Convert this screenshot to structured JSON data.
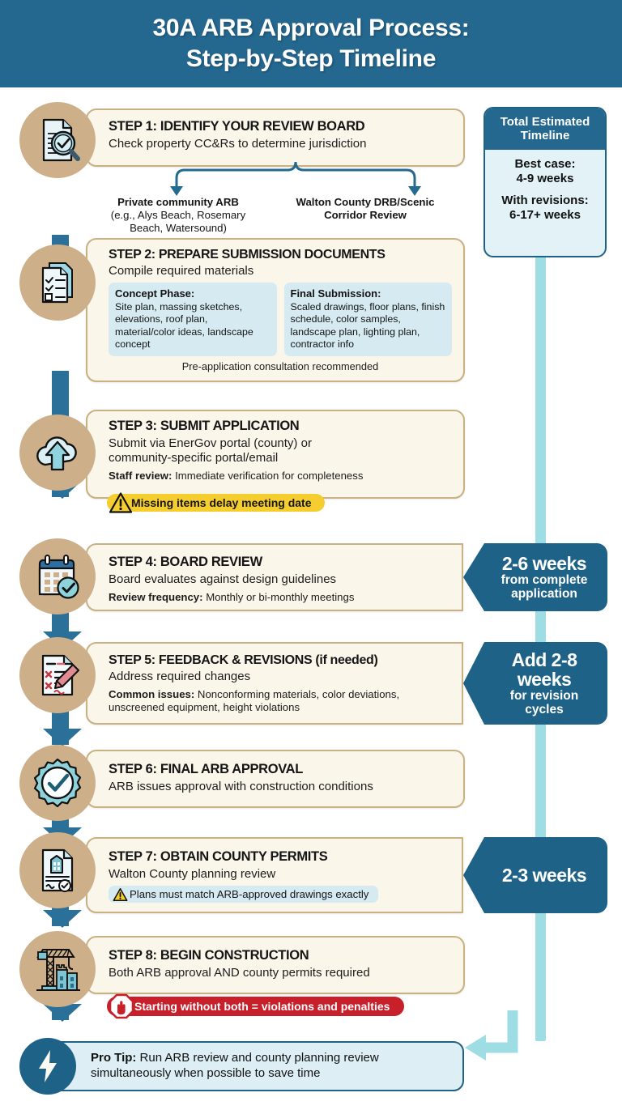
{
  "header": {
    "title_line1": "30A ARB Approval Process:",
    "title_line2": "Step-by-Step Timeline",
    "bg_color": "#24678f"
  },
  "colors": {
    "header_blue": "#24678f",
    "spine_blue": "#2b7099",
    "card_cream": "#fbf6ea",
    "card_border": "#c9b183",
    "circle_tan": "#cdb08a",
    "rail_teal": "#9fdde5",
    "callout_blue": "#1f6287",
    "subbox_blue": "#d5eaf1",
    "warning_yellow": "#f6cd2e",
    "danger_red": "#c8202a"
  },
  "timeline_box": {
    "heading_line1": "Total Estimated",
    "heading_line2": "Timeline",
    "best_case_label": "Best case:",
    "best_case_value": "4-9 weeks",
    "with_revisions_label": "With revisions:",
    "with_revisions_value": "6-17+ weeks"
  },
  "steps": [
    {
      "id": "step-1",
      "icon": "document-magnifier-icon",
      "title": "STEP 1: IDENTIFY YOUR REVIEW BOARD",
      "subtitle": "Check property CC&Rs to determine jurisdiction"
    },
    {
      "id": "step-2",
      "icon": "checklist-document-icon",
      "title": "STEP 2: PREPARE SUBMISSION DOCUMENTS",
      "subtitle": "Compile required materials",
      "subboxes": [
        {
          "heading": "Concept Phase:",
          "body": "Site plan, massing sketches, elevations, roof plan, material/color ideas, landscape concept"
        },
        {
          "heading": "Final Submission:",
          "body": "Scaled drawings, floor plans, finish schedule, color samples, landscape plan, lighting plan, contractor info"
        }
      ],
      "center_note": "Pre-application consultation recommended"
    },
    {
      "id": "step-3",
      "icon": "cloud-upload-icon",
      "title": "STEP 3: SUBMIT APPLICATION",
      "subtitle": "Submit via EnerGov portal (county) or community-specific portal/email",
      "note_label": "Staff review:",
      "note_text": " Immediate verification for completeness",
      "badge_text": "Missing items delay meeting date",
      "badge_icon": "warning-triangle-icon"
    },
    {
      "id": "step-4",
      "icon": "calendar-check-icon",
      "title": "STEP 4: BOARD REVIEW",
      "subtitle": "Board evaluates against design guidelines",
      "note_label": "Review frequency:",
      "note_text": " Monthly or bi-monthly meetings",
      "callout_big": "2-6 weeks",
      "callout_small": "from complete application"
    },
    {
      "id": "step-5",
      "icon": "document-edit-pencil-icon",
      "title": "STEP 5: FEEDBACK & REVISIONS (if needed)",
      "subtitle": "Address required changes",
      "note_label": "Common issues:",
      "note_text": " Nonconforming materials, color deviations, unscreened equipment, height violations",
      "callout_big": "Add 2-8 weeks",
      "callout_small": "for revision cycles"
    },
    {
      "id": "step-6",
      "icon": "approval-seal-check-icon",
      "title": "STEP 6: FINAL ARB APPROVAL",
      "subtitle": "ARB issues approval with construction conditions"
    },
    {
      "id": "step-7",
      "icon": "permit-building-document-icon",
      "title": "STEP 7: OBTAIN COUNTY PERMITS",
      "subtitle": "Walton County planning review",
      "badge_text": "Plans must match ARB-approved drawings exactly",
      "badge_icon": "warning-triangle-icon",
      "callout_big": "2-3 weeks",
      "callout_small": ""
    },
    {
      "id": "step-8",
      "icon": "construction-crane-icon",
      "title": "STEP 8: BEGIN CONSTRUCTION",
      "subtitle": "Both ARB approval AND county permits required",
      "badge_text": "Starting without both = violations and penalties",
      "badge_icon": "stop-hand-icon"
    }
  ],
  "branch": {
    "left_line1": "Private community ARB",
    "left_line2": "(e.g., Alys Beach, Rosemary",
    "left_line3": "Beach, Watersound)",
    "right_line1": "Walton County DRB/Scenic",
    "right_line2": "Corridor Review"
  },
  "pro_tip": {
    "icon": "lightning-bolt-icon",
    "label": "Pro Tip:",
    "text": " Run ARB review and county planning review simultaneously when possible to save time"
  }
}
